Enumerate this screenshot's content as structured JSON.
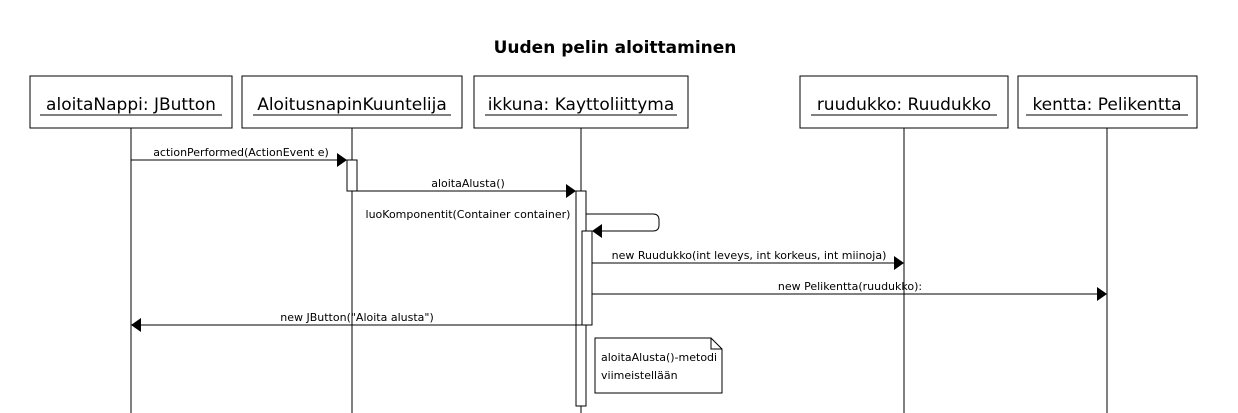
{
  "diagram": {
    "title": "Uuden pelin aloittaminen",
    "participants": [
      {
        "id": "aloitanappi",
        "label": "aloitaNappi: JButton"
      },
      {
        "id": "kuuntelija",
        "label": "AloitusnapinKuuntelija"
      },
      {
        "id": "ikkuna",
        "label": "ikkuna: Kayttoliittyma"
      },
      {
        "id": "ruudukko",
        "label": "ruudukko: Ruudukko"
      },
      {
        "id": "kentta",
        "label": "kentta: Pelikentta"
      }
    ],
    "messages": [
      {
        "from": "aloitanappi",
        "to": "kuuntelija",
        "label": "actionPerformed(ActionEvent e)"
      },
      {
        "from": "kuuntelija",
        "to": "ikkuna",
        "label": "aloitaAlusta()"
      },
      {
        "from": "ikkuna",
        "to": "ikkuna",
        "label": "luoKomponentit(Container container)"
      },
      {
        "from": "ikkuna",
        "to": "ruudukko",
        "label": "new Ruudukko(int leveys, int korkeus, int miinoja)"
      },
      {
        "from": "ikkuna",
        "to": "kentta",
        "label": "new Pelikentta(ruudukko):"
      },
      {
        "from": "ikkuna",
        "to": "aloitanappi",
        "label": "new JButton(\"Aloita alusta\")"
      }
    ],
    "note": {
      "lines": [
        "aloitaAlusta()-metodi",
        "viimeistellään"
      ]
    }
  }
}
